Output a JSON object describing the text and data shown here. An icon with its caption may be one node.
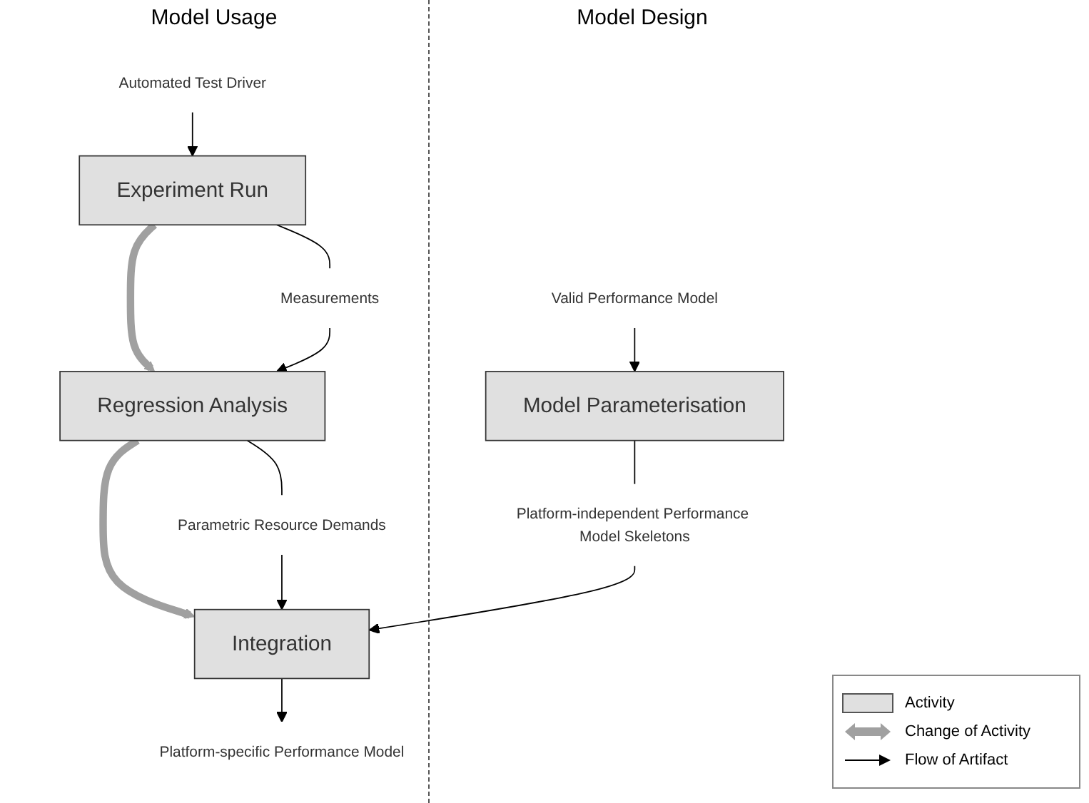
{
  "diagram": {
    "nodes": [
      {
        "text": [
          "Automated Test Driver"
        ]
      },
      {
        "text": [
          "Experiment Run"
        ]
      },
      {
        "text": [
          "Measurements"
        ]
      },
      {
        "text": [
          "Regression Analysis"
        ]
      },
      {
        "text": [
          "Parametric Resource Demands"
        ]
      },
      {
        "text": [
          "Integration"
        ]
      },
      {
        "text": [
          "Platform-specific Performance Model"
        ]
      },
      {
        "text": [
          "Valid Performance Model"
        ]
      },
      {
        "text": [
          "Model Parameterisation"
        ]
      },
      {
        "text": [
          "Platform-independent Performance Model Skeletons"
        ]
      }
    ],
    "edges": [
      {
        "from": 0,
        "to": 1,
        "arrow": "to"
      },
      {
        "from": 1,
        "to": 3,
        "arrow": "to",
        "style": "thick",
        "color": "#a0a0a0"
      },
      {
        "from": 1,
        "to": 2,
        "arrow": "none"
      },
      {
        "from": 2,
        "to": 3,
        "arrow": "to"
      },
      {
        "from": 3,
        "to": 5,
        "arrow": "to",
        "style": "thick",
        "color": "#a0a0a0"
      },
      {
        "from": 3,
        "to": 4,
        "arrow": "none"
      },
      {
        "from": 4,
        "to": 5,
        "arrow": "to"
      },
      {
        "from": 5,
        "to": 6,
        "arrow": "to"
      },
      {
        "from": 7,
        "to": 8,
        "arrow": "to"
      },
      {
        "from": 8,
        "to": 9,
        "arrow": "none"
      },
      {
        "from": 9,
        "to": 5,
        "arrow": "to"
      }
    ],
    "labels": [
      "Model Usage",
      "Model Design"
    ],
    "legend": [
      {
        "text": "Activity",
        "color": "#e0e0e0"
      },
      {
        "text": "Change of Activity"
      },
      {
        "text": "Flow of Artifact"
      }
    ]
  }
}
